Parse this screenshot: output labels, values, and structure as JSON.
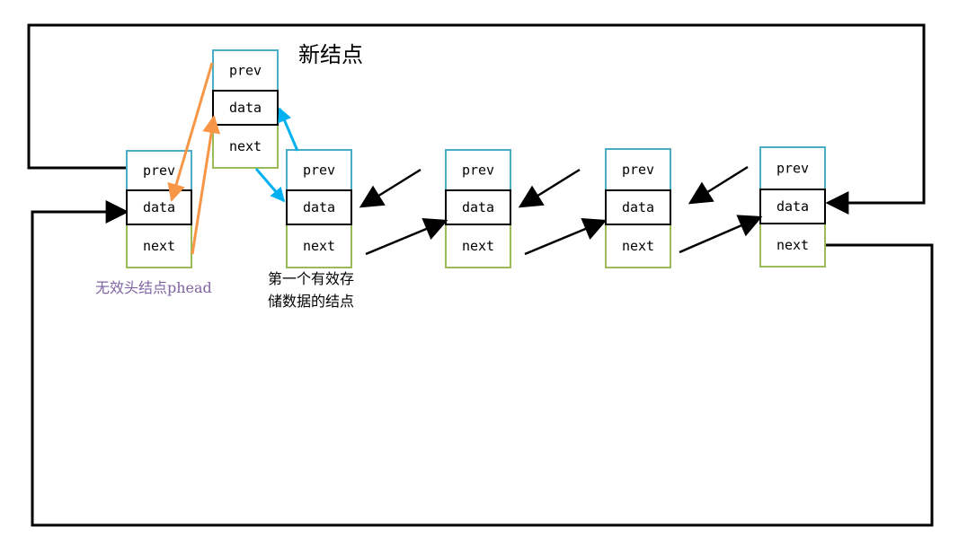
{
  "title": "新结点",
  "head_caption": "无效头结点phead",
  "first_caption": [
    "第一个有效存",
    "储数据的结点"
  ],
  "nodes": [
    {
      "id": "head",
      "prev": "prev",
      "data": "data",
      "next": "next"
    },
    {
      "id": "new",
      "prev": "prev",
      "data": "data",
      "next": "next"
    },
    {
      "id": "n1",
      "prev": "prev",
      "data": "data",
      "next": "next"
    },
    {
      "id": "n2",
      "prev": "prev",
      "data": "data",
      "next": "next"
    },
    {
      "id": "n3",
      "prev": "prev",
      "data": "data",
      "next": "next"
    },
    {
      "id": "n4",
      "prev": "prev",
      "data": "data",
      "next": "next"
    }
  ],
  "colors": {
    "prev_border": "#4bacc6",
    "data_border": "#000000",
    "next_border": "#9bbb59",
    "orange": "#f79646",
    "blue": "#00b0f0",
    "black": "#000000",
    "phead_text": "#8064a2"
  }
}
